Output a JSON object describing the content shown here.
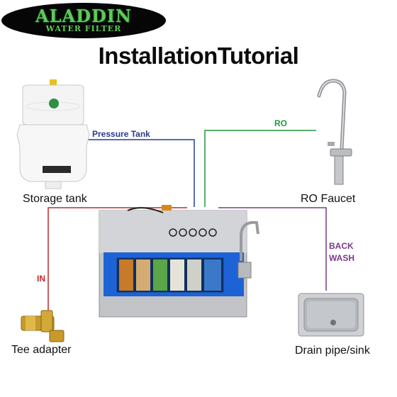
{
  "logo": {
    "line1": "ALADDIN",
    "line2": "WATER FILTER"
  },
  "title": "InstallationTutorial",
  "components": {
    "storage_tank": "Storage tank",
    "ro_faucet": "RO Faucet",
    "tee_adapter": "Tee adapter",
    "drain": "Drain pipe/sink"
  },
  "connections": {
    "pressure_tank": "Pressure Tank",
    "ro": "RO",
    "in": "IN",
    "back_wash_line1": "BACK",
    "back_wash_line2": "WASH"
  },
  "colors": {
    "pressure_tank": "#2a3a8c",
    "ro": "#1f9a3c",
    "in": "#c02a2a",
    "back_wash": "#7a3a8a"
  }
}
